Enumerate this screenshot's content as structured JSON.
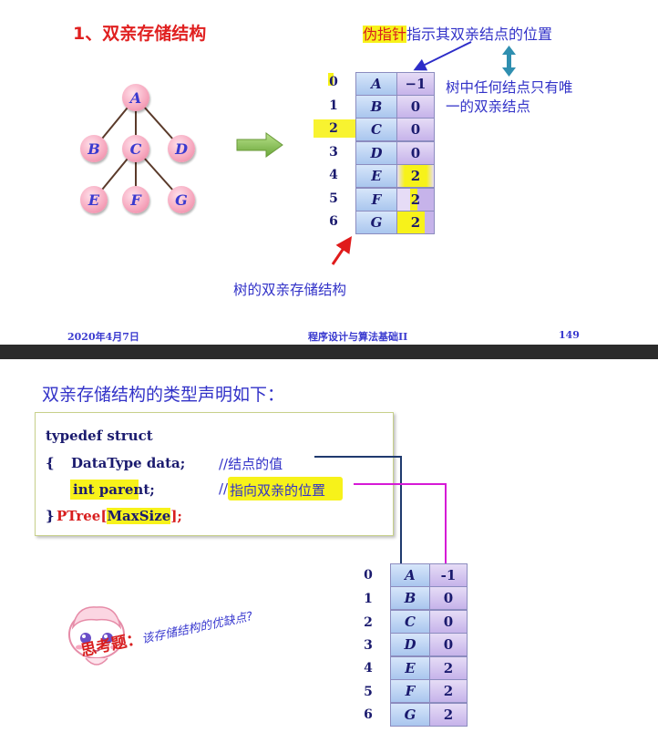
{
  "slide1": {
    "title": "1、双亲存储结构",
    "pointer_note": {
      "hl_part": "伪指针",
      "rest": "指示其双亲结点的位置"
    },
    "side_note": "树中任何结点只有唯一的双亲结点",
    "caption": "树的双亲存储结构",
    "footer": {
      "date": "2020年4月7日",
      "course": "程序设计与算法基础II",
      "page": "149"
    },
    "tree": {
      "nodes": [
        "A",
        "B",
        "C",
        "D",
        "E",
        "F",
        "G"
      ]
    },
    "table": {
      "indices": [
        "0",
        "1",
        "2",
        "3",
        "4",
        "5",
        "6"
      ],
      "data": [
        "A",
        "B",
        "C",
        "D",
        "E",
        "F",
        "G"
      ],
      "parent": [
        "−1",
        "0",
        "0",
        "0",
        "2",
        "2",
        "2"
      ]
    }
  },
  "slide2": {
    "title": "双亲存储结构的类型声明如下：",
    "code": {
      "line1": "typedef struct",
      "line2_brace": "{",
      "line2_code": "DataType data;",
      "line2_comment": "//结点的值",
      "line3_code": "int parent;",
      "line3_comment_prefix": "//",
      "line3_comment": "指向双亲的位置",
      "line4_brace": "}",
      "line4_ptree": "PTree",
      "line4_open": "[",
      "line4_maxsize": "MaxSize",
      "line4_close": "];"
    },
    "table": {
      "indices": [
        "0",
        "1",
        "2",
        "3",
        "4",
        "5",
        "6"
      ],
      "data": [
        "A",
        "B",
        "C",
        "D",
        "E",
        "F",
        "G"
      ],
      "parent": [
        "-1",
        "0",
        "0",
        "0",
        "2",
        "2",
        "2"
      ]
    },
    "thinking": {
      "label": "思考题：",
      "question": "该存储结构的优缺点?"
    }
  },
  "colors": {
    "title_red": "#e02020",
    "text_blue": "#3232c8",
    "highlight": "#f7f21a",
    "link_navy": "#1f3a6e",
    "link_magenta": "#d61ad6"
  }
}
